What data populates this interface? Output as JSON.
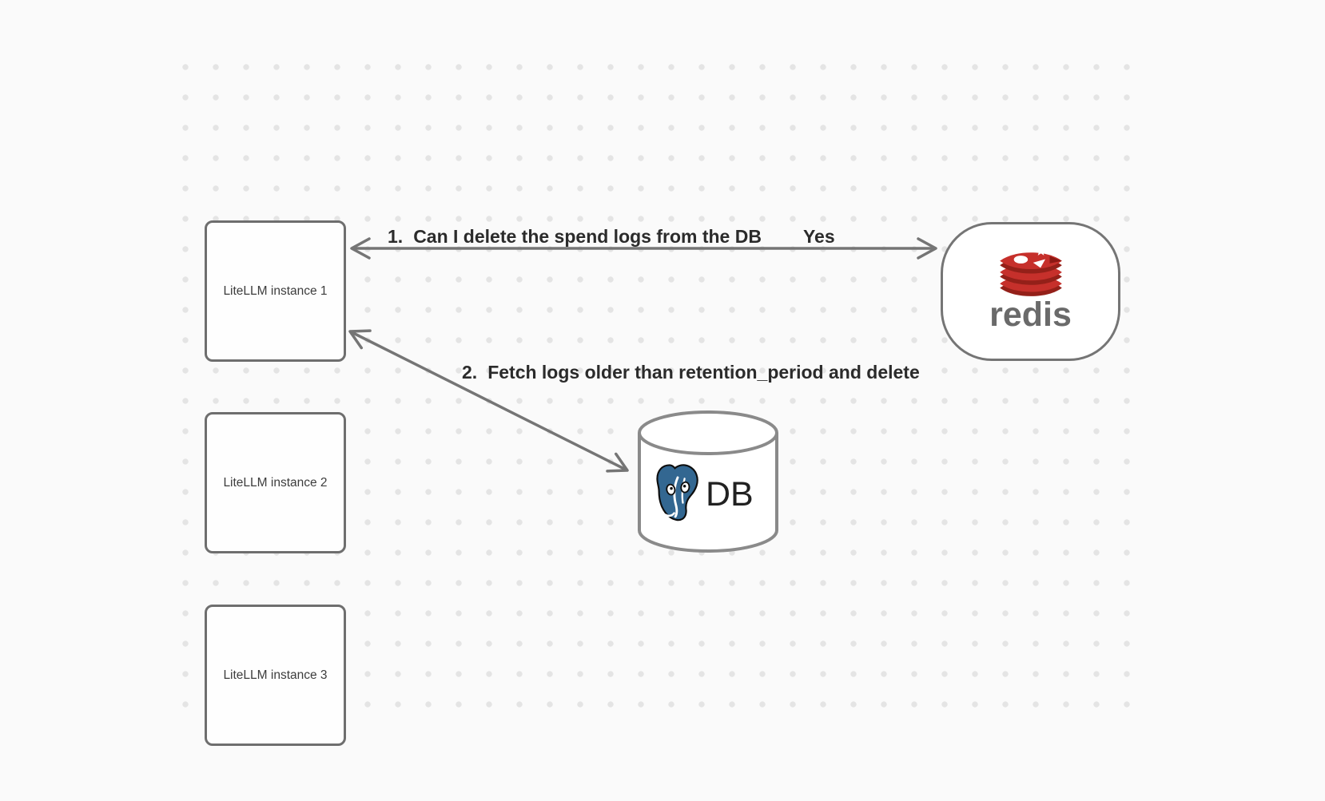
{
  "diagram": {
    "background_color": "#fafafa",
    "dot_color": "#e4e4e4",
    "arrow_color": "#757575",
    "node_border_color": "#6e6e6e"
  },
  "nodes": {
    "instances": [
      {
        "label": "LiteLLM instance 1"
      },
      {
        "label": "LiteLLM instance 2"
      },
      {
        "label": "LiteLLM instance 3"
      }
    ],
    "redis": {
      "wordmark": "redis",
      "logo_icon": "redis-stack-logo",
      "brand_red": "#C6302B",
      "brand_red_dark": "#942019",
      "wordmark_color": "#6a6a6a"
    },
    "database": {
      "label": "DB",
      "shape": "database-cylinder",
      "logo_icon": "postgresql-elephant-logo",
      "postgres_blue": "#336791",
      "label_color": "#212121"
    }
  },
  "edges": [
    {
      "number": "1.",
      "text": "Can I delete the spend logs from the DB",
      "answer": "Yes",
      "from": "LiteLLM instance 1",
      "to": "redis",
      "direction": "bidirectional"
    },
    {
      "number": "2.",
      "text": "Fetch logs older than retention_period and delete",
      "from": "LiteLLM instance 1",
      "to": "DB",
      "direction": "bidirectional"
    }
  ]
}
